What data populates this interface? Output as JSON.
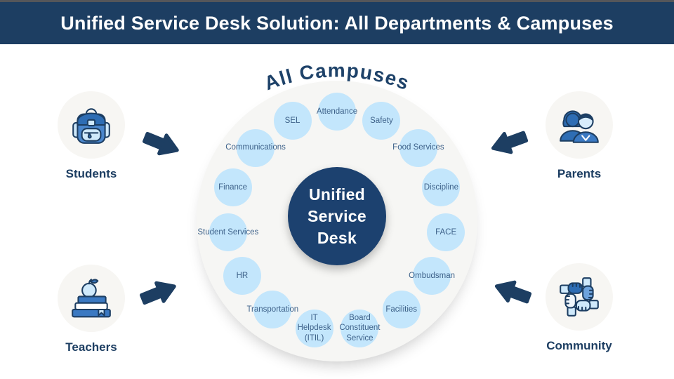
{
  "header": {
    "title": "Unified Service Desk Solution: All Departments & Campuses"
  },
  "arc_label": "All Campuses",
  "center": {
    "label": "Unified\nService\nDesk"
  },
  "departments": [
    {
      "label": "Attendance",
      "angle": 90
    },
    {
      "label": "SEL",
      "angle": 114
    },
    {
      "label": "Communications",
      "angle": 138
    },
    {
      "label": "Finance",
      "angle": 162
    },
    {
      "label": "Student Services",
      "angle": 186
    },
    {
      "label": "HR",
      "angle": 210
    },
    {
      "label": "Transportation",
      "angle": 234
    },
    {
      "label": "IT\nHelpdesk\n(ITIL)",
      "angle": 258
    },
    {
      "label": "Board\nConstituent\nService",
      "angle": 282
    },
    {
      "label": "Facilities",
      "angle": 306
    },
    {
      "label": "Ombudsman",
      "angle": 330
    },
    {
      "label": "FACE",
      "angle": 354
    },
    {
      "label": "Discipline",
      "angle": 18
    },
    {
      "label": "Food Services",
      "angle": 42
    },
    {
      "label": "Safety",
      "angle": 66
    }
  ],
  "stakeholders": [
    {
      "label": "Students",
      "icon": "backpack-icon"
    },
    {
      "label": "Parents",
      "icon": "parents-icon"
    },
    {
      "label": "Teachers",
      "icon": "books-apple-icon"
    },
    {
      "label": "Community",
      "icon": "hands-together-icon"
    }
  ],
  "colors": {
    "header_navy": "#1d3e62",
    "center_navy": "#1c416f",
    "bubble_blue": "#c3e6fc",
    "bubble_text": "#3e628a",
    "big_circle_bg": "#f6f6f4",
    "icon_circle_bg": "#f7f6f3",
    "arrow_navy": "#1d3e62",
    "arc_text": "#1e4269",
    "title_text": "#ffffff",
    "icon_mid_blue": "#2e6db4",
    "icon_light_blue": "#cfe9fb"
  }
}
